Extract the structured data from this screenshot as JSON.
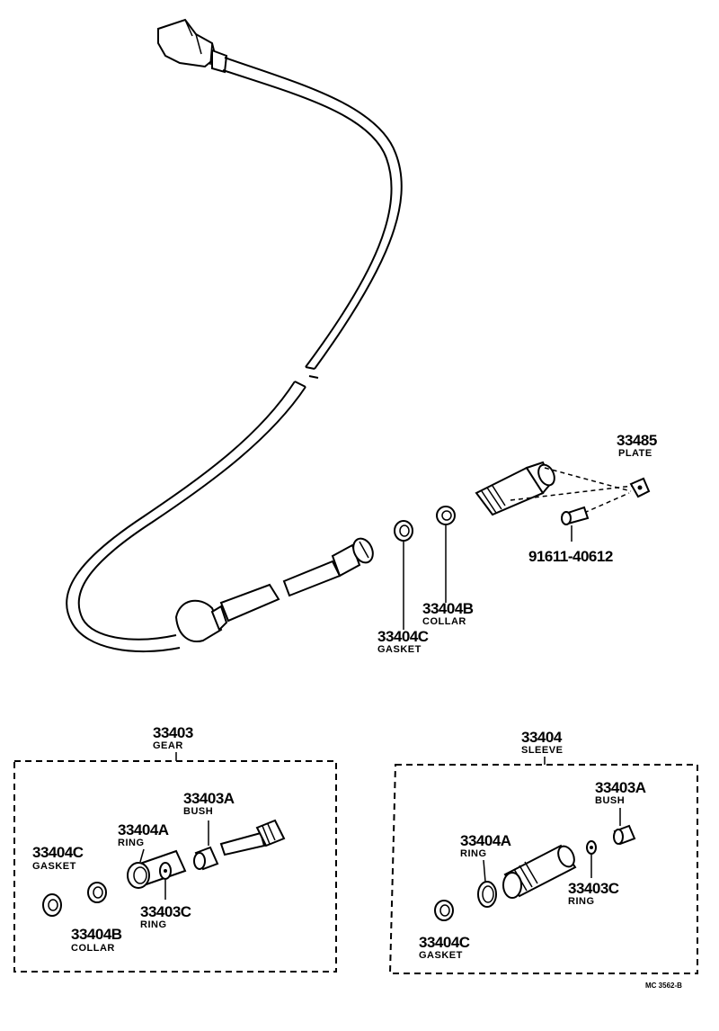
{
  "parts": {
    "plate": {
      "number": "33485",
      "name": "PLATE"
    },
    "screw": {
      "number": "91611-40612"
    },
    "collar_main": {
      "number": "33404B",
      "name": "COLLAR"
    },
    "gasket_main": {
      "number": "33404C",
      "name": "GASKET"
    }
  },
  "gear_group": {
    "number": "33403",
    "name": "GEAR",
    "bush": {
      "number": "33403A",
      "name": "BUSH"
    },
    "ring_a": {
      "number": "33404A",
      "name": "RING"
    },
    "gasket": {
      "number": "33404C",
      "name": "GASKET"
    },
    "ring_c": {
      "number": "33403C",
      "name": "RING"
    },
    "collar": {
      "number": "33404B",
      "name": "COLLAR"
    }
  },
  "sleeve_group": {
    "number": "33404",
    "name": "SLEEVE",
    "bush": {
      "number": "33403A",
      "name": "BUSH"
    },
    "ring_a": {
      "number": "33404A",
      "name": "RING"
    },
    "ring_c": {
      "number": "33403C",
      "name": "RING"
    },
    "gasket": {
      "number": "33404C",
      "name": "GASKET"
    }
  },
  "figure_ref": "MC 3562-B"
}
